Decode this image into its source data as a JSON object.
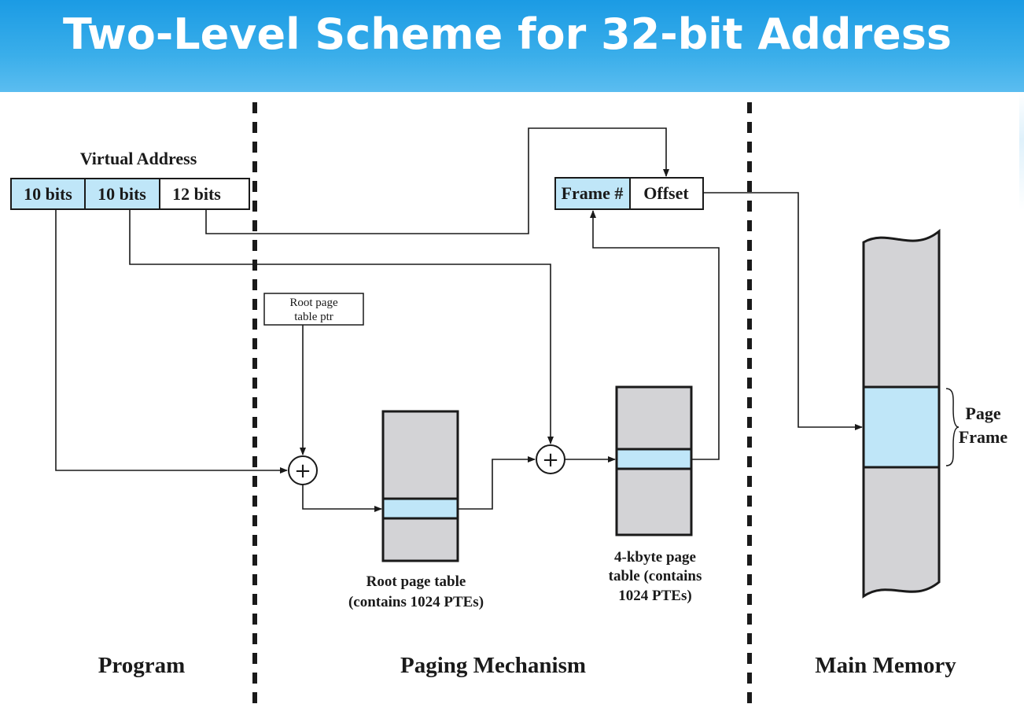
{
  "title": "Two-Level Scheme for 32-bit Address",
  "virtual_address": {
    "label": "Virtual Address",
    "fields": [
      "10 bits",
      "10 bits",
      "12 bits"
    ]
  },
  "physical_address": {
    "fields": [
      "Frame #",
      "Offset"
    ]
  },
  "root_ptr": {
    "line1": "Root page",
    "line2": "table ptr"
  },
  "root_table": {
    "line1": "Root page table",
    "line2": "(contains 1024 PTEs)"
  },
  "page_table": {
    "line1": "4-kbyte page",
    "line2": "table (contains",
    "line3": "1024 PTEs)"
  },
  "page_frame": {
    "line1": "Page",
    "line2": "Frame"
  },
  "adder_symbol": "+",
  "sections": {
    "program": "Program",
    "paging": "Paging Mechanism",
    "memory": "Main Memory"
  },
  "colors": {
    "title_bar": "#1b9be4",
    "highlight": "#bfe6f8",
    "table_fill": "#d3d3d6",
    "line": "#1a1a1a"
  }
}
